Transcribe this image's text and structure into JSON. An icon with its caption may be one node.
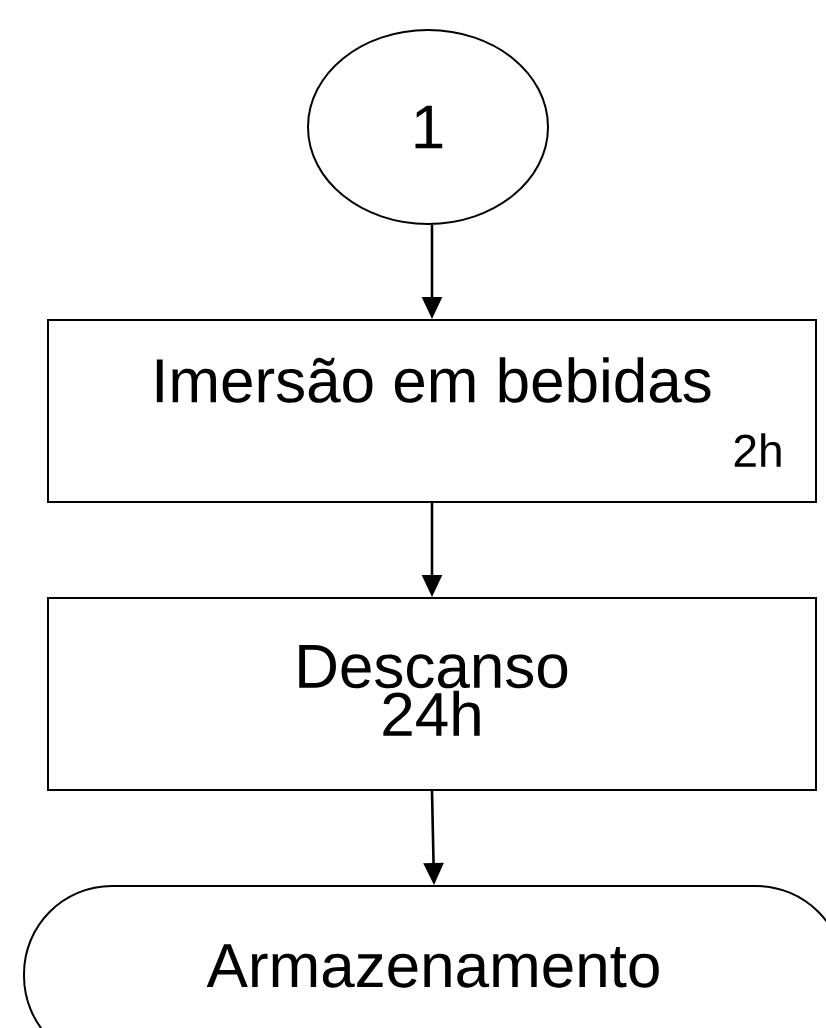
{
  "diagram": {
    "nodes": [
      {
        "text": [
          "1"
        ]
      },
      {
        "text": [
          "Imersão em bebidas",
          "2h"
        ]
      },
      {
        "text": [
          "Descanso",
          "24h"
        ]
      },
      {
        "text": [
          "Armazenamento"
        ]
      }
    ],
    "edges": [
      {
        "from": 0,
        "to": 1,
        "arrow": "to"
      },
      {
        "from": 1,
        "to": 2,
        "arrow": "to"
      },
      {
        "from": 2,
        "to": 3,
        "arrow": "to"
      }
    ]
  }
}
